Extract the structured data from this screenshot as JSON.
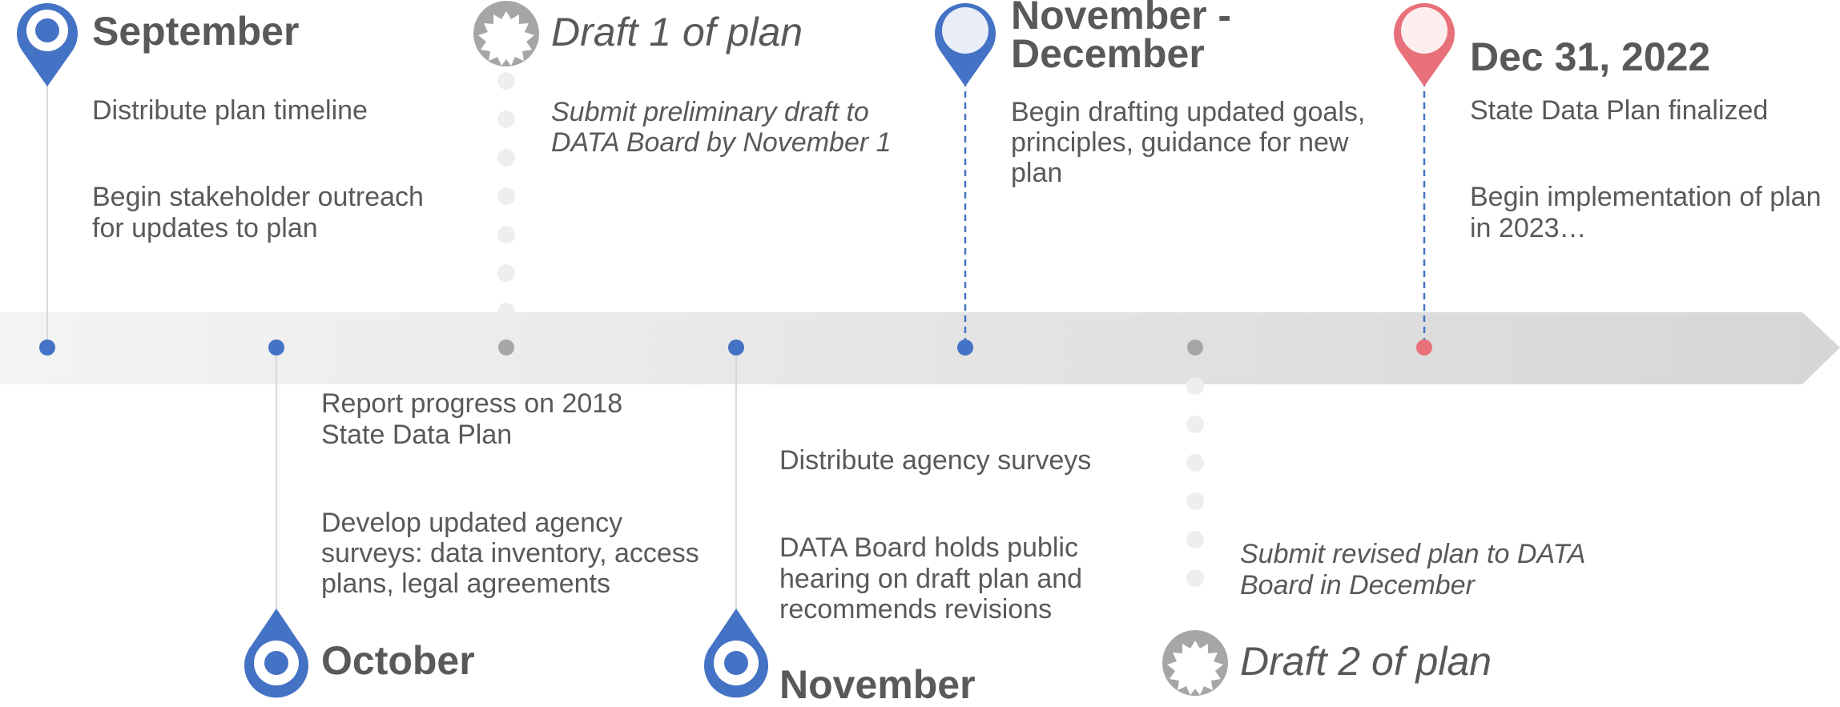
{
  "colors": {
    "blue": "#4472C4",
    "gray": "#A6A6A6",
    "red": "#E8707A",
    "text": "#595959",
    "arrow_light": "#F5F5F5",
    "arrow_dark": "#D9D9D9"
  },
  "milestones": {
    "september": {
      "title": "September",
      "item1": "Distribute plan timeline",
      "item2_line1": "Begin stakeholder outreach",
      "item2_line2": "for updates to plan"
    },
    "draft1": {
      "title": "Draft 1 of plan",
      "line1": "Submit preliminary draft to",
      "line2": "DATA Board by November 1"
    },
    "nov_dec": {
      "title_line1": "November -",
      "title_line2": "December",
      "line1": "Begin drafting updated goals,",
      "line2": "principles, guidance for new",
      "line3": "plan"
    },
    "dec31": {
      "title": "Dec 31, 2022",
      "item1": "State Data Plan finalized",
      "item2_line1": "Begin implementation of plan",
      "item2_line2": "in 2023…"
    },
    "october": {
      "title": "October",
      "item1_line1": "Report progress on 2018",
      "item1_line2": "State Data Plan",
      "item2_line1": "Develop updated agency",
      "item2_line2": "surveys: data inventory, access",
      "item2_line3": "plans, legal agreements"
    },
    "november": {
      "title": "November",
      "item1": "Distribute agency surveys",
      "item2_line1": "DATA Board holds public",
      "item2_line2": "hearing on draft plan and",
      "item2_line3": "recommends revisions"
    },
    "draft2": {
      "title": "Draft 2 of plan",
      "line1": "Submit revised plan to DATA",
      "line2": "Board in December"
    }
  }
}
